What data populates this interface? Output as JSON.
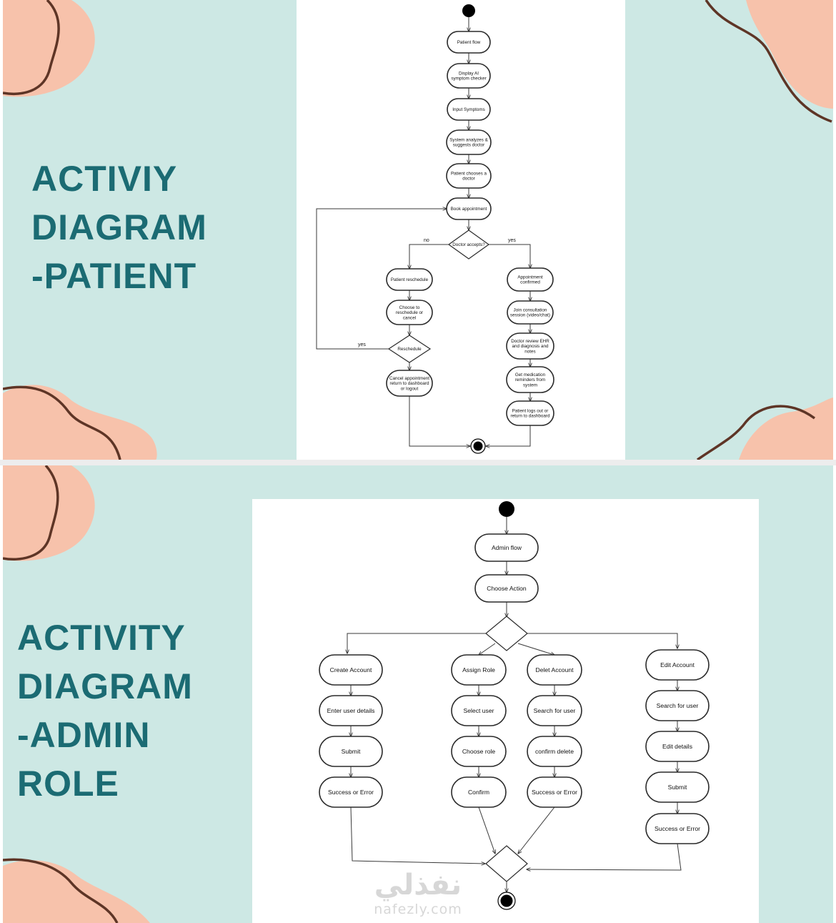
{
  "patient": {
    "title_lines": [
      "ACTIVIY",
      "DIAGRAM",
      "-PATIENT"
    ],
    "nodes": [
      {
        "id": "pf",
        "label": [
          "Patient flow"
        ]
      },
      {
        "id": "ai",
        "label": [
          "Display AI",
          "symptom checker"
        ]
      },
      {
        "id": "is",
        "label": [
          "Input Symptoms"
        ]
      },
      {
        "id": "sa",
        "label": [
          "System analyzes &",
          "suggests doctor"
        ]
      },
      {
        "id": "pc",
        "label": [
          "Patient chooses a",
          "doctor"
        ]
      },
      {
        "id": "ba",
        "label": [
          "Book appointment"
        ]
      },
      {
        "id": "da",
        "label": [
          "Doctor accepts?"
        ]
      },
      {
        "id": "pr",
        "label": [
          "Patient reschedule"
        ]
      },
      {
        "id": "cr",
        "label": [
          "Choose to",
          "reschedule or",
          "cancel"
        ]
      },
      {
        "id": "rs",
        "label": [
          "Reschedule"
        ]
      },
      {
        "id": "ca",
        "label": [
          "Cancel appointment",
          "return to dashboard",
          "or logout"
        ]
      },
      {
        "id": "ac",
        "label": [
          "Appointment",
          "confirmed"
        ]
      },
      {
        "id": "jc",
        "label": [
          "Join consultation",
          "session (video/chat)"
        ]
      },
      {
        "id": "dr",
        "label": [
          "Doctor review EHR",
          "and diagnosis and",
          "notes"
        ]
      },
      {
        "id": "gm",
        "label": [
          "Get medication",
          "reminders from",
          "system"
        ]
      },
      {
        "id": "pl",
        "label": [
          "Patient logs out or",
          "return to dashboard"
        ]
      }
    ],
    "edge_labels": {
      "no": "no",
      "yes": "yes",
      "loop_yes": "yes"
    }
  },
  "admin": {
    "title_lines": [
      "ACTIVITY",
      "DIAGRAM",
      "-ADMIN",
      "ROLE"
    ],
    "nodes": [
      {
        "id": "af",
        "label": [
          "Admin flow"
        ]
      },
      {
        "id": "ch",
        "label": [
          "Choose  Action"
        ]
      },
      {
        "id": "c1",
        "label": [
          "Create Account"
        ]
      },
      {
        "id": "c2",
        "label": [
          "Enter user details"
        ]
      },
      {
        "id": "c3",
        "label": [
          "Submit"
        ]
      },
      {
        "id": "c4",
        "label": [
          "Success or Error"
        ]
      },
      {
        "id": "r1",
        "label": [
          "Assign Role"
        ]
      },
      {
        "id": "r2",
        "label": [
          "Select user"
        ]
      },
      {
        "id": "r3",
        "label": [
          "Choose role"
        ]
      },
      {
        "id": "r4",
        "label": [
          "Confirm"
        ]
      },
      {
        "id": "d1",
        "label": [
          "Delet Account"
        ]
      },
      {
        "id": "d2",
        "label": [
          "Search for user"
        ]
      },
      {
        "id": "d3",
        "label": [
          "confirm delete"
        ]
      },
      {
        "id": "d4",
        "label": [
          "Success or Error"
        ]
      },
      {
        "id": "e1",
        "label": [
          "Edit Account"
        ]
      },
      {
        "id": "e2",
        "label": [
          "Search for user"
        ]
      },
      {
        "id": "e3",
        "label": [
          "Edit details"
        ]
      },
      {
        "id": "e4",
        "label": [
          "Submit"
        ]
      },
      {
        "id": "e5",
        "label": [
          "Success or Error"
        ]
      }
    ]
  },
  "watermark": {
    "arabic": "نفذلي",
    "latin": "nafezly.com"
  },
  "colors": {
    "background": "#cde8e4",
    "title": "#1b6b73",
    "blob": "#f7c2ab",
    "squiggle": "#5e3526"
  }
}
